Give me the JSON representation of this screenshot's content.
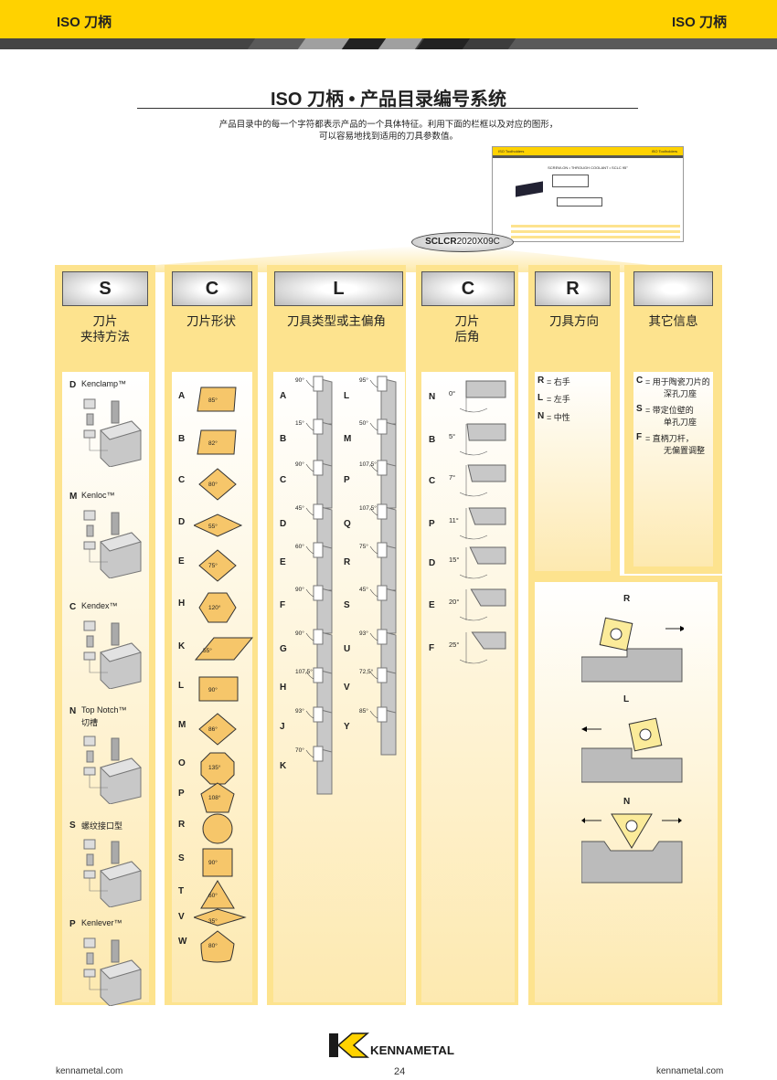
{
  "header": {
    "left_title": "ISO 刀柄",
    "right_title": "ISO 刀柄"
  },
  "title": "ISO 刀柄 • 产品目录编号系统",
  "subtitle": [
    "产品目录中的每一个字符都表示产品的一个具体特征。利用下面的栏框以及对应的图形，",
    "可以容易地找到适用的刀具参数值。"
  ],
  "example_code": {
    "bold": "SCLCR",
    "rest": "2020X09C"
  },
  "thumbnail": {
    "header_left": "ISO Toolholders",
    "header_right": "ISO Toolholders",
    "caption": "SCREW-ON • THROUGH COOLANT • SCLC 95°"
  },
  "colors": {
    "brand_yellow": "#FFD200",
    "column_yellow": "#FDE38E",
    "insert_fill": "#F6C66A"
  },
  "columns": [
    {
      "letter": "S",
      "label": [
        "刀片",
        "夹持方法"
      ]
    },
    {
      "letter": "C",
      "label": [
        "刀片形状"
      ]
    },
    {
      "letter": "L",
      "label": [
        "刀具类型或主偏角"
      ]
    },
    {
      "letter": "C",
      "label": [
        "刀片",
        "后角"
      ]
    },
    {
      "letter": "R",
      "label": [
        "刀具方向"
      ]
    },
    {
      "letter": "",
      "label": [
        "其它信息"
      ]
    }
  ],
  "clamping": [
    {
      "code": "D",
      "name": "Kenclamp™"
    },
    {
      "code": "M",
      "name": "Kenloc™"
    },
    {
      "code": "C",
      "name": "Kendex™"
    },
    {
      "code": "N",
      "name": "Top Notch™",
      "name2": "切槽"
    },
    {
      "code": "S",
      "name": "螺纹接口型"
    },
    {
      "code": "P",
      "name": "Kenlever™"
    }
  ],
  "insert_shapes": [
    {
      "code": "A",
      "angle": "85°",
      "shape": "parallelogram"
    },
    {
      "code": "B",
      "angle": "82°",
      "shape": "parallelogram"
    },
    {
      "code": "C",
      "angle": "80°",
      "shape": "rhombus"
    },
    {
      "code": "D",
      "angle": "55°",
      "shape": "rhombus-wide"
    },
    {
      "code": "E",
      "angle": "75°",
      "shape": "rhombus"
    },
    {
      "code": "H",
      "angle": "120°",
      "shape": "hexagon"
    },
    {
      "code": "K",
      "angle": "55°",
      "shape": "parallelogram-slant"
    },
    {
      "code": "L",
      "angle": "90°",
      "shape": "rectangle"
    },
    {
      "code": "M",
      "angle": "86°",
      "shape": "rhombus"
    },
    {
      "code": "O",
      "angle": "135°",
      "shape": "octagon"
    },
    {
      "code": "P",
      "angle": "108°",
      "shape": "pentagon"
    },
    {
      "code": "R",
      "angle": "",
      "shape": "circle"
    },
    {
      "code": "S",
      "angle": "90°",
      "shape": "square"
    },
    {
      "code": "T",
      "angle": "60°",
      "shape": "triangle"
    },
    {
      "code": "V",
      "angle": "35°",
      "shape": "rhombus-thin"
    },
    {
      "code": "W",
      "angle": "80°",
      "shape": "trigon"
    }
  ],
  "tool_types": [
    {
      "code": "A",
      "angle": "90°"
    },
    {
      "code": "L",
      "angle": "95°"
    },
    {
      "code": "B",
      "angle": "15°"
    },
    {
      "code": "M",
      "angle": "50°"
    },
    {
      "code": "C",
      "angle": "90°"
    },
    {
      "code": "P",
      "angle": "107,5°"
    },
    {
      "code": "D",
      "angle": "45°"
    },
    {
      "code": "Q",
      "angle": "107,5°"
    },
    {
      "code": "E",
      "angle": "60°"
    },
    {
      "code": "R",
      "angle": "75°"
    },
    {
      "code": "F",
      "angle": "90°"
    },
    {
      "code": "S",
      "angle": "45°"
    },
    {
      "code": "G",
      "angle": "90°"
    },
    {
      "code": "U",
      "angle": "93°"
    },
    {
      "code": "H",
      "angle": "107,5°"
    },
    {
      "code": "V",
      "angle": "72,5°"
    },
    {
      "code": "J",
      "angle": "93°"
    },
    {
      "code": "Y",
      "angle": "85°"
    },
    {
      "code": "K",
      "angle": "70°"
    }
  ],
  "clearance": [
    {
      "code": "N",
      "angle": "0°"
    },
    {
      "code": "B",
      "angle": "5°"
    },
    {
      "code": "C",
      "angle": "7°"
    },
    {
      "code": "P",
      "angle": "11°"
    },
    {
      "code": "D",
      "angle": "15°"
    },
    {
      "code": "E",
      "angle": "20°"
    },
    {
      "code": "F",
      "angle": "25°"
    }
  ],
  "hand": [
    {
      "code": "R",
      "text": "= 右手"
    },
    {
      "code": "L",
      "text": "= 左手"
    },
    {
      "code": "N",
      "text": "= 中性"
    }
  ],
  "other": [
    {
      "code": "C",
      "text": "= 用于陶瓷刀片的",
      "text2": "深孔刀座"
    },
    {
      "code": "S",
      "text": "= 带定位壁的",
      "text2": "单孔刀座"
    },
    {
      "code": "F",
      "text": "= 直柄刀杆，",
      "text2": "无偏置调整"
    }
  ],
  "hand_diagrams": [
    "R",
    "L",
    "N"
  ],
  "footer": {
    "left": "kennametal.com",
    "page": "24",
    "right": "kennametal.com",
    "logo": "KENNAMETAL"
  }
}
